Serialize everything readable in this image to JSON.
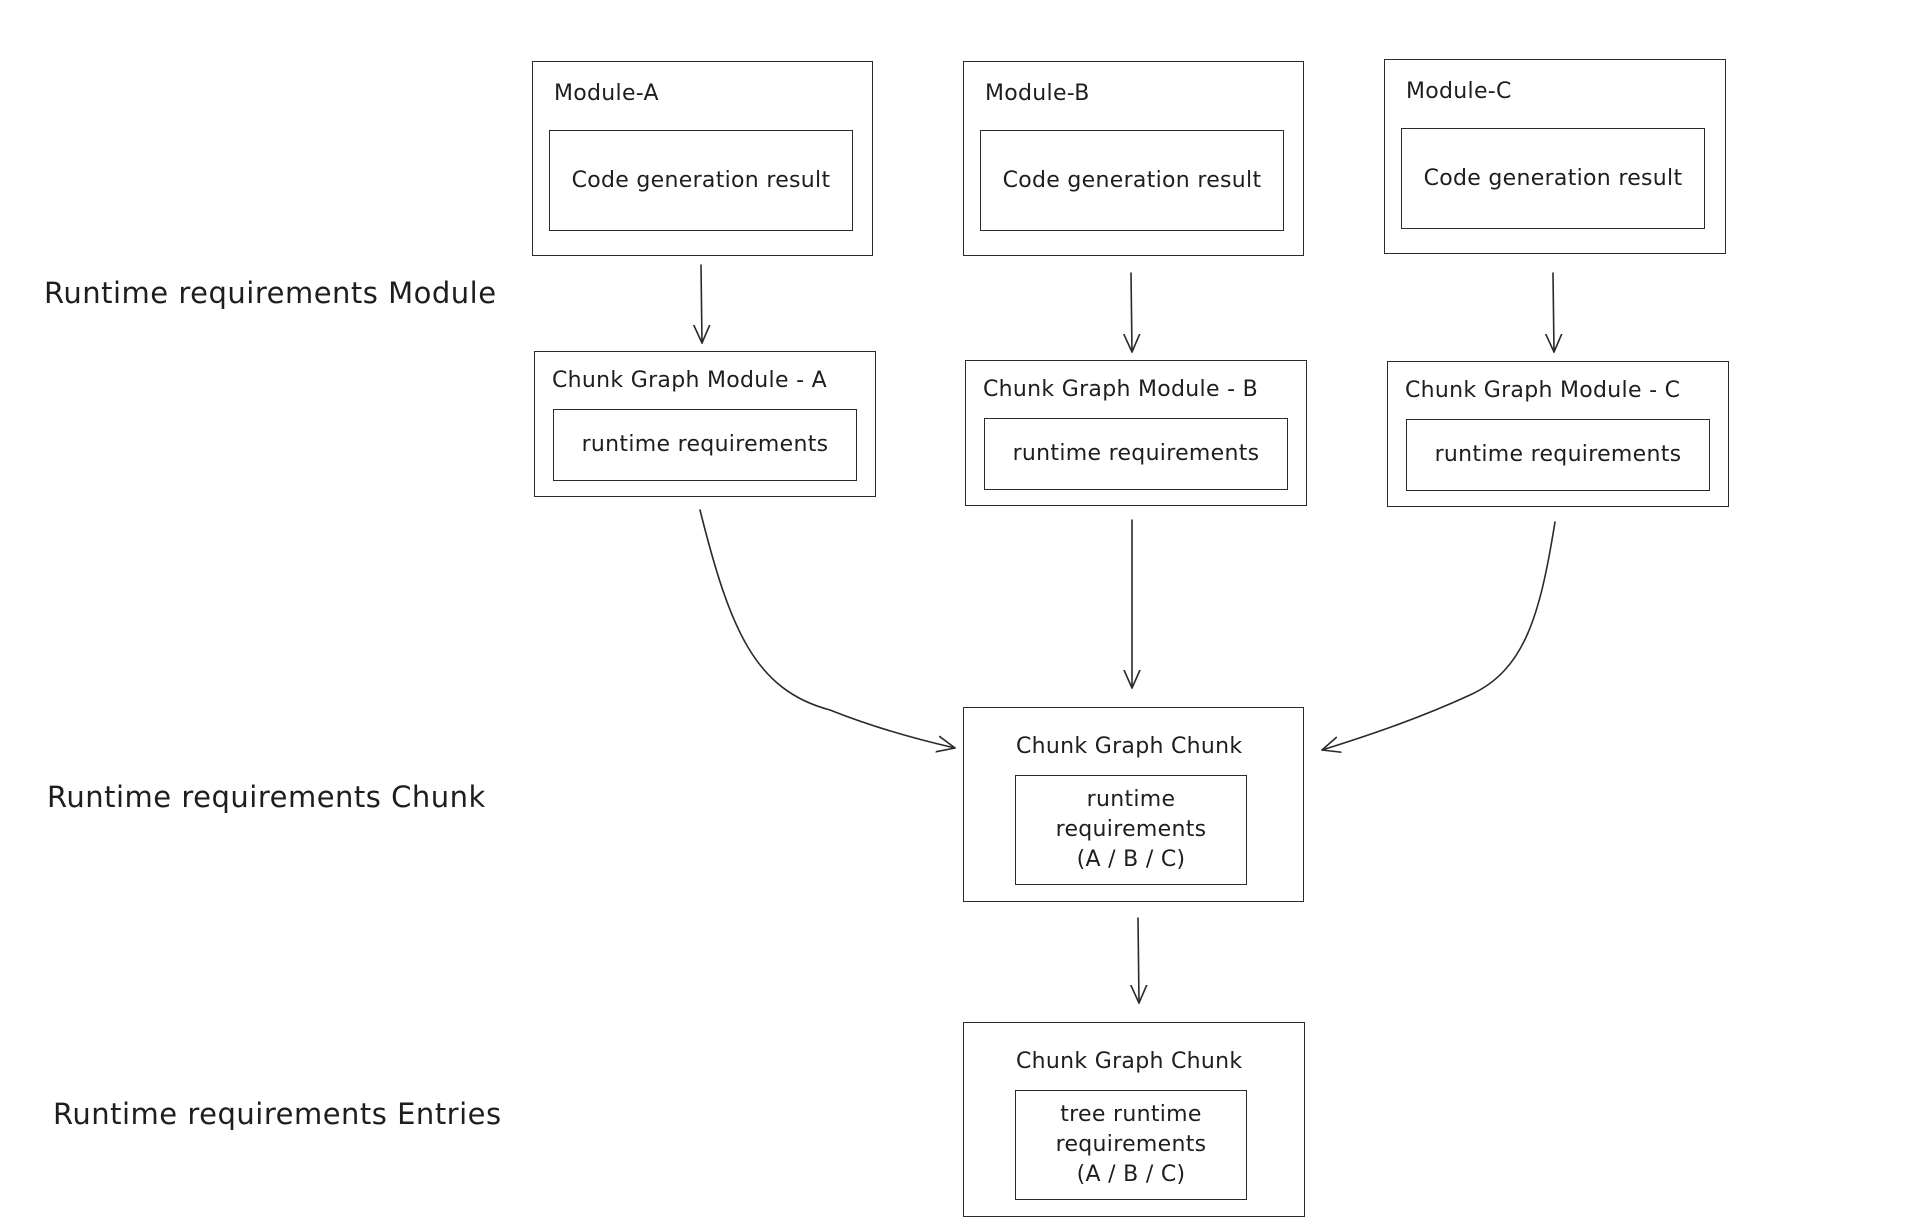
{
  "stages": {
    "module": "Runtime requirements Module",
    "chunk": "Runtime requirements Chunk",
    "entries": "Runtime requirements Entries"
  },
  "modules": [
    {
      "title": "Module-A",
      "inner": "Code generation result"
    },
    {
      "title": "Module-B",
      "inner": "Code generation result"
    },
    {
      "title": "Module-C",
      "inner": "Code generation result"
    }
  ],
  "chunk_graph_modules": [
    {
      "title": "Chunk Graph Module - A",
      "inner": "runtime requirements"
    },
    {
      "title": "Chunk Graph Module - B",
      "inner": "runtime requirements"
    },
    {
      "title": "Chunk Graph Module - C",
      "inner": "runtime requirements"
    }
  ],
  "chunk_graph_chunk": {
    "title": "Chunk Graph Chunk",
    "inner": "runtime\nrequirements\n(A / B / C)"
  },
  "entries_chunk": {
    "title": "Chunk Graph Chunk",
    "inner": "tree runtime\nrequirements\n(A / B / C)"
  }
}
